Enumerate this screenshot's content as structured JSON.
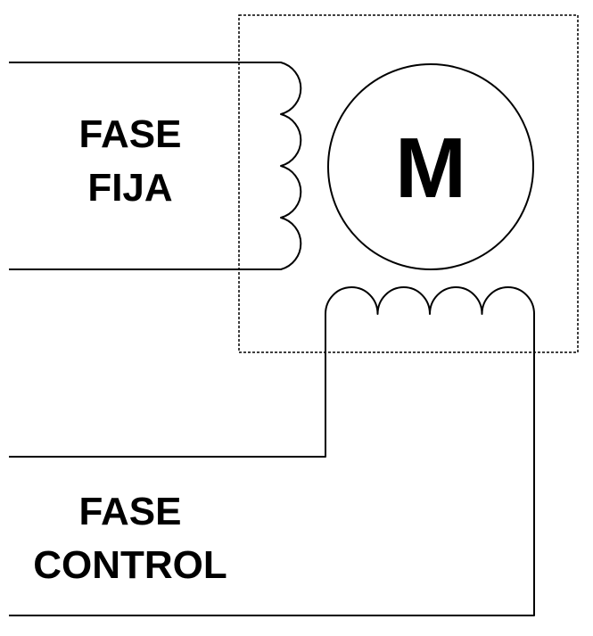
{
  "diagram": {
    "motor_symbol": "M",
    "fixed_phase": {
      "line1": "FASE",
      "line2": "FIJA"
    },
    "control_phase": {
      "line1": "FASE",
      "line2": "CONTROL"
    }
  }
}
